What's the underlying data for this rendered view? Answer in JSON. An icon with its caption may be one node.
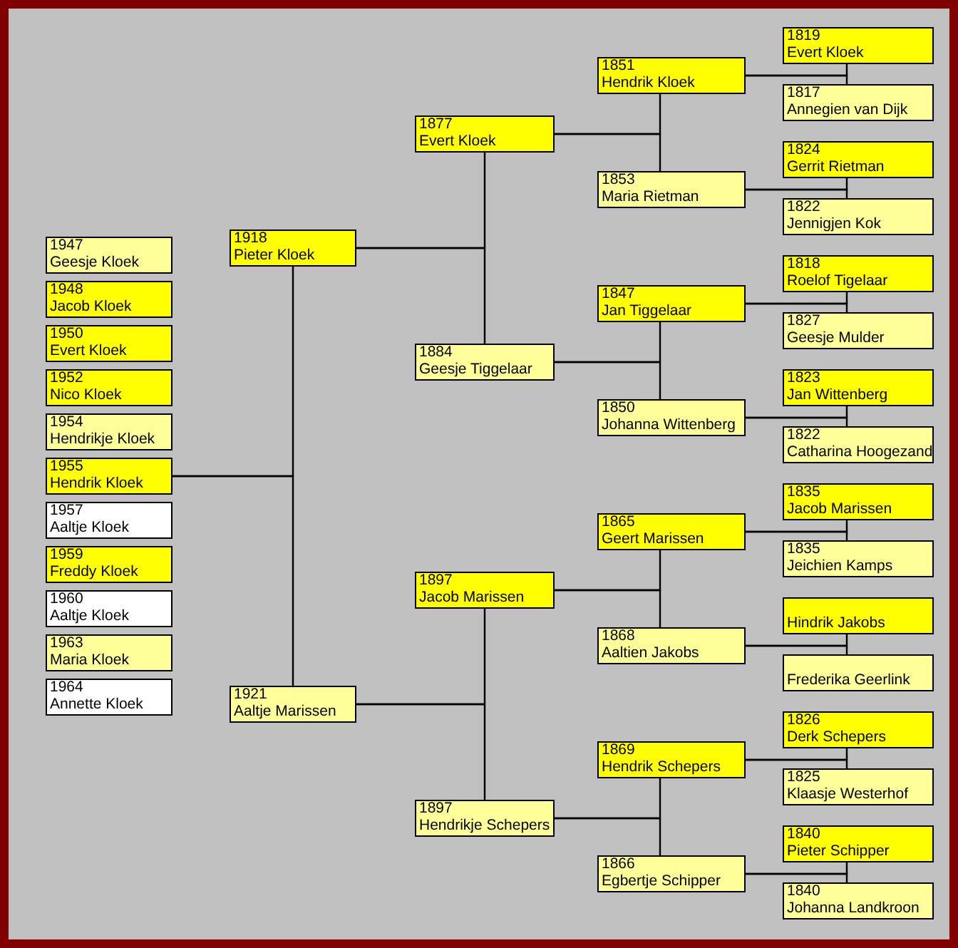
{
  "diagram": {
    "nodes": [
      {
        "text": [
          "1947",
          "Geesje Kloek"
        ]
      },
      {
        "text": [
          "1948",
          "Jacob Kloek"
        ]
      },
      {
        "text": [
          "1950",
          "Evert Kloek"
        ]
      },
      {
        "text": [
          "1952",
          "Nico Kloek"
        ]
      },
      {
        "text": [
          "1954",
          "Hendrikje Kloek"
        ]
      },
      {
        "text": [
          "1955",
          "Hendrik Kloek"
        ]
      },
      {
        "text": [
          "1957",
          "Aaltje Kloek"
        ]
      },
      {
        "text": [
          "1959",
          "Freddy Kloek"
        ]
      },
      {
        "text": [
          "1960",
          "Aaltje Kloek"
        ]
      },
      {
        "text": [
          "1963",
          "Maria Kloek"
        ]
      },
      {
        "text": [
          "1964",
          "Annette Kloek"
        ]
      },
      {
        "text": [
          "1918",
          "Pieter Kloek"
        ]
      },
      {
        "text": [
          "1921",
          "Aaltje Marissen"
        ]
      },
      {
        "text": [
          "1877",
          "Evert Kloek"
        ]
      },
      {
        "text": [
          "1884",
          "Geesje Tiggelaar"
        ]
      },
      {
        "text": [
          "1897",
          "Jacob Marissen"
        ]
      },
      {
        "text": [
          "1897",
          "Hendrikje Schepers"
        ]
      },
      {
        "text": [
          "1851",
          "Hendrik Kloek"
        ]
      },
      {
        "text": [
          "1853",
          "Maria Rietman"
        ]
      },
      {
        "text": [
          "1847",
          "Jan Tiggelaar"
        ]
      },
      {
        "text": [
          "1850",
          "Johanna Wittenberg"
        ]
      },
      {
        "text": [
          "1865",
          "Geert Marissen"
        ]
      },
      {
        "text": [
          "1868",
          "Aaltien Jakobs"
        ]
      },
      {
        "text": [
          "1869",
          "Hendrik Schepers"
        ]
      },
      {
        "text": [
          "1866",
          "Egbertje Schipper"
        ]
      },
      {
        "text": [
          "1819",
          "Evert Kloek"
        ]
      },
      {
        "text": [
          "1817",
          "Annegien van Dijk"
        ]
      },
      {
        "text": [
          "1824",
          "Gerrit Rietman"
        ]
      },
      {
        "text": [
          "1822",
          "Jennigjen Kok"
        ]
      },
      {
        "text": [
          "1818",
          "Roelof Tigelaar"
        ]
      },
      {
        "text": [
          "1827",
          "Geesje Mulder"
        ]
      },
      {
        "text": [
          "1823",
          "Jan Wittenberg"
        ]
      },
      {
        "text": [
          "1822",
          "Catharina Hoogezand"
        ]
      },
      {
        "text": [
          "1835",
          "Jacob Marissen"
        ]
      },
      {
        "text": [
          "1835",
          "Jeichien Kamps"
        ]
      },
      {
        "text": [
          "Hindrik Jakobs"
        ]
      },
      {
        "text": [
          "Frederika Geerlink"
        ]
      },
      {
        "text": [
          "1826",
          "Derk Schepers"
        ]
      },
      {
        "text": [
          "1825",
          "Klaasje Westerhof"
        ]
      },
      {
        "text": [
          "1840",
          "Pieter Schipper"
        ]
      },
      {
        "text": [
          "1840",
          "Johanna Landkroon"
        ]
      }
    ],
    "edges": [
      {
        "from": 5,
        "to": 11,
        "arrow": "none"
      },
      {
        "from": 5,
        "to": 12,
        "arrow": "none"
      },
      {
        "from": 11,
        "to": 13,
        "arrow": "none"
      },
      {
        "from": 11,
        "to": 14,
        "arrow": "none"
      },
      {
        "from": 12,
        "to": 15,
        "arrow": "none"
      },
      {
        "from": 12,
        "to": 16,
        "arrow": "none"
      },
      {
        "from": 13,
        "to": 17,
        "arrow": "none"
      },
      {
        "from": 13,
        "to": 18,
        "arrow": "none"
      },
      {
        "from": 14,
        "to": 19,
        "arrow": "none"
      },
      {
        "from": 14,
        "to": 20,
        "arrow": "none"
      },
      {
        "from": 15,
        "to": 21,
        "arrow": "none"
      },
      {
        "from": 15,
        "to": 22,
        "arrow": "none"
      },
      {
        "from": 16,
        "to": 23,
        "arrow": "none"
      },
      {
        "from": 16,
        "to": 24,
        "arrow": "none"
      },
      {
        "from": 17,
        "to": 25,
        "arrow": "none"
      },
      {
        "from": 17,
        "to": 26,
        "arrow": "none"
      },
      {
        "from": 18,
        "to": 27,
        "arrow": "none"
      },
      {
        "from": 18,
        "to": 28,
        "arrow": "none"
      },
      {
        "from": 19,
        "to": 29,
        "arrow": "none"
      },
      {
        "from": 19,
        "to": 30,
        "arrow": "none"
      },
      {
        "from": 20,
        "to": 31,
        "arrow": "none"
      },
      {
        "from": 20,
        "to": 32,
        "arrow": "none"
      },
      {
        "from": 21,
        "to": 33,
        "arrow": "none"
      },
      {
        "from": 21,
        "to": 34,
        "arrow": "none"
      },
      {
        "from": 22,
        "to": 35,
        "arrow": "none"
      },
      {
        "from": 22,
        "to": 36,
        "arrow": "none"
      },
      {
        "from": 23,
        "to": 37,
        "arrow": "none"
      },
      {
        "from": 23,
        "to": 38,
        "arrow": "none"
      },
      {
        "from": 24,
        "to": 39,
        "arrow": "none"
      },
      {
        "from": 24,
        "to": 40,
        "arrow": "none"
      }
    ]
  }
}
